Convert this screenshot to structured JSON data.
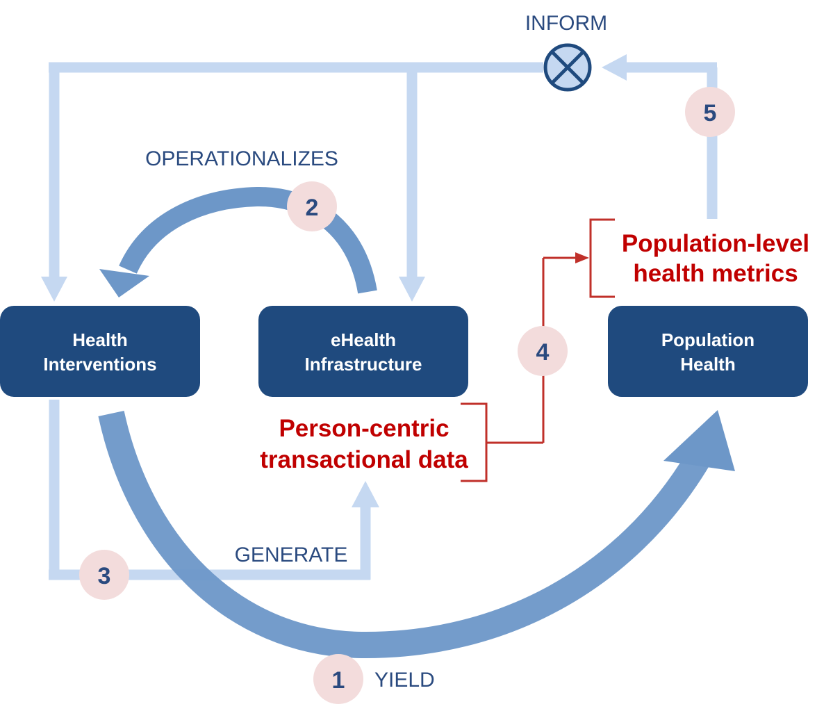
{
  "colors": {
    "box_fill": "#1f4a7e",
    "light_arrow": "#c5d8f1",
    "mid_arrow": "#6d97c8",
    "red": "#c0302a",
    "badge_fill": "#f3dcdc",
    "text_blue": "#2a4a7f"
  },
  "boxes": {
    "health_interventions": [
      "Health",
      "Interventions"
    ],
    "ehealth_infrastructure": [
      "eHealth",
      "Infrastructure"
    ],
    "population_health": [
      "Population",
      "Health"
    ]
  },
  "labels": {
    "inform": "INFORM",
    "operationalizes": "OPERATIONALIZES",
    "generate": "GENERATE",
    "yield": "YIELD"
  },
  "data_labels": {
    "person_centric": [
      "Person-centric",
      "transactional data"
    ],
    "population_level": [
      "Population-level",
      "health metrics"
    ]
  },
  "steps": {
    "yield": "1",
    "operationalizes": "2",
    "generate": "3",
    "aggregate": "4",
    "inform": "5"
  },
  "icons": {
    "inform": "circle-times-icon"
  }
}
